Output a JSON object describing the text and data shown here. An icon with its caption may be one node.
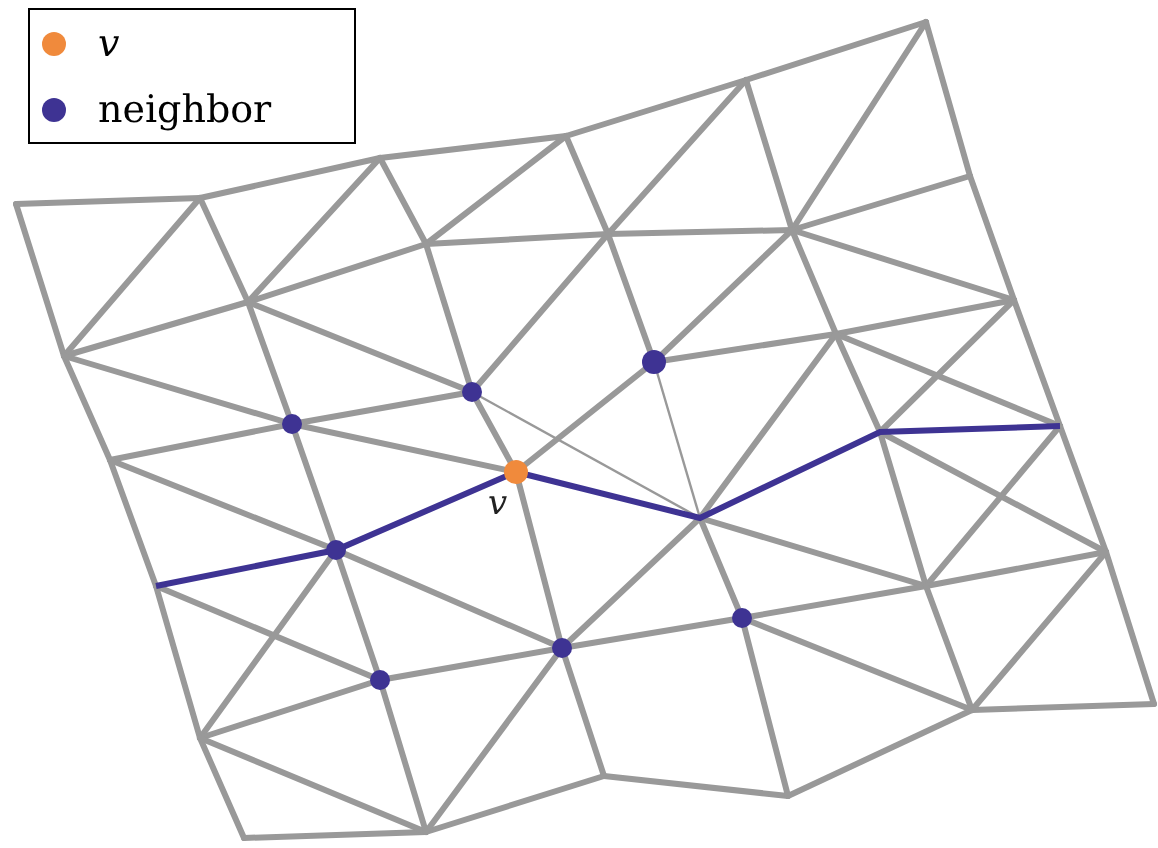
{
  "diagram": {
    "labels": [
      "v"
    ],
    "legend": [
      {
        "text": "v",
        "color": "#f08a3c"
      },
      {
        "text": "neighbor",
        "color": "#3e3393"
      }
    ]
  }
}
